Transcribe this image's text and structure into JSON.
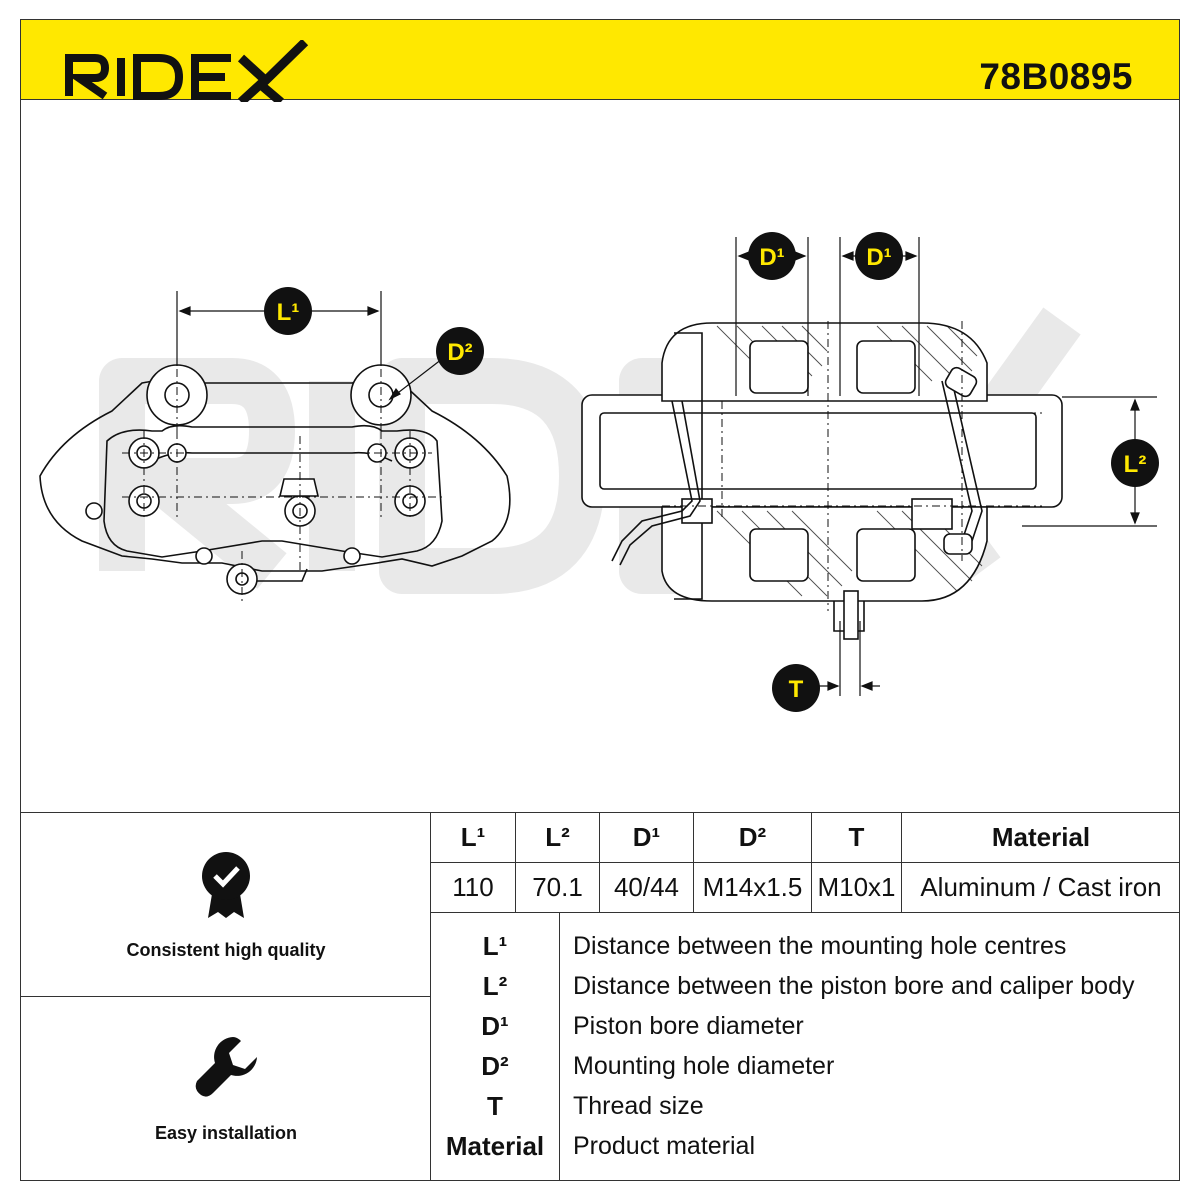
{
  "brand": "RIDEX",
  "part_number": "78B0895",
  "diagram_labels": {
    "l1": "L¹",
    "l2": "L²",
    "d1": "D¹",
    "d2": "D²",
    "t": "T"
  },
  "features": [
    {
      "label": "Consistent high quality",
      "icon": "quality-badge-icon"
    },
    {
      "label": "Easy installation",
      "icon": "wrench-icon"
    }
  ],
  "specs": {
    "headers": [
      "L¹",
      "L²",
      "D¹",
      "D²",
      "T",
      "Material"
    ],
    "values": [
      "110",
      "70.1",
      "40/44",
      "M14x1.5",
      "M10x1",
      "Aluminum / Cast iron"
    ]
  },
  "legend": [
    {
      "key": "L¹",
      "text": "Distance between the mounting hole centres"
    },
    {
      "key": "L²",
      "text": "Distance between the piston bore and caliper body"
    },
    {
      "key": "D¹",
      "text": "Piston bore diameter"
    },
    {
      "key": "D²",
      "text": "Mounting hole diameter"
    },
    {
      "key": "T",
      "text": "Thread size"
    },
    {
      "key": "Material",
      "text": "Product material"
    }
  ],
  "colors": {
    "header": "#ffe800",
    "marker": "#111111",
    "marker_text": "#ffe800",
    "watermark": "#e9e9e9"
  }
}
